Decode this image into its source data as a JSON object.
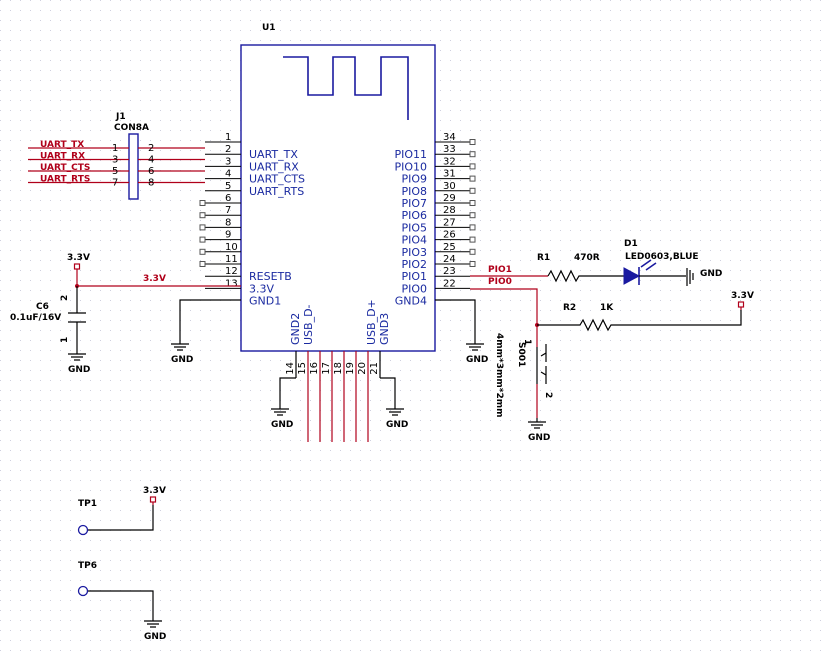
{
  "colors": {
    "net": "#b0001a",
    "part": "#1a1aa0",
    "wire": "#000000",
    "grid": "#cfcfe0"
  },
  "u1": {
    "ref": "U1",
    "left_pins": [
      {
        "num": "1",
        "name": ""
      },
      {
        "num": "2",
        "name": "UART_TX"
      },
      {
        "num": "3",
        "name": "UART_RX"
      },
      {
        "num": "4",
        "name": "UART_CTS"
      },
      {
        "num": "5",
        "name": "UART_RTS"
      },
      {
        "num": "6",
        "name": ""
      },
      {
        "num": "7",
        "name": ""
      },
      {
        "num": "8",
        "name": ""
      },
      {
        "num": "9",
        "name": ""
      },
      {
        "num": "10",
        "name": ""
      },
      {
        "num": "11",
        "name": ""
      },
      {
        "num": "12",
        "name": "RESETB"
      },
      {
        "num": "13",
        "name": "3.3V"
      },
      {
        "num": "",
        "name": "GND1"
      }
    ],
    "right_pins": [
      {
        "num": "34",
        "name": ""
      },
      {
        "num": "33",
        "name": "PIO11"
      },
      {
        "num": "32",
        "name": "PIO10"
      },
      {
        "num": "31",
        "name": "PIO9"
      },
      {
        "num": "30",
        "name": "PIO8"
      },
      {
        "num": "29",
        "name": "PIO7"
      },
      {
        "num": "28",
        "name": "PIO6"
      },
      {
        "num": "27",
        "name": "PIO5"
      },
      {
        "num": "26",
        "name": "PIO4"
      },
      {
        "num": "25",
        "name": "PIO3"
      },
      {
        "num": "24",
        "name": "PIO2"
      },
      {
        "num": "23",
        "name": "PIO1"
      },
      {
        "num": "22",
        "name": "PIO0"
      },
      {
        "num": "",
        "name": "GND4"
      }
    ],
    "bottom_names": [
      "GND2",
      "USB_D-",
      "USB_D+",
      "GND3"
    ],
    "bottom_pins": [
      "14",
      "15",
      "16",
      "17",
      "18",
      "19",
      "20",
      "21"
    ]
  },
  "j1": {
    "ref": "J1",
    "part": "CON8A",
    "pins_left": [
      "1",
      "3",
      "5",
      "7"
    ],
    "pins_right": [
      "2",
      "4",
      "6",
      "8"
    ],
    "nets": [
      "UART_TX",
      "UART_RX",
      "UART_CTS",
      "UART_RTS"
    ]
  },
  "c6": {
    "ref": "C6",
    "value": "0.1uF/16V",
    "pin_top": "2",
    "pin_bottom": "1"
  },
  "r1": {
    "ref": "R1",
    "value": "470R"
  },
  "r2": {
    "ref": "R2",
    "value": "1K"
  },
  "d1": {
    "ref": "D1",
    "value": "LED0603,BLUE"
  },
  "s001": {
    "ref": "S001",
    "value": "4mm*3mm*2mm",
    "pin_top": "1",
    "pin_bottom": "2"
  },
  "tp1": {
    "ref": "TP1"
  },
  "tp6": {
    "ref": "TP6"
  },
  "nets": {
    "vcc": "3.3V",
    "gnd": "GND",
    "pio1": "PIO1",
    "pio0": "PIO0"
  }
}
